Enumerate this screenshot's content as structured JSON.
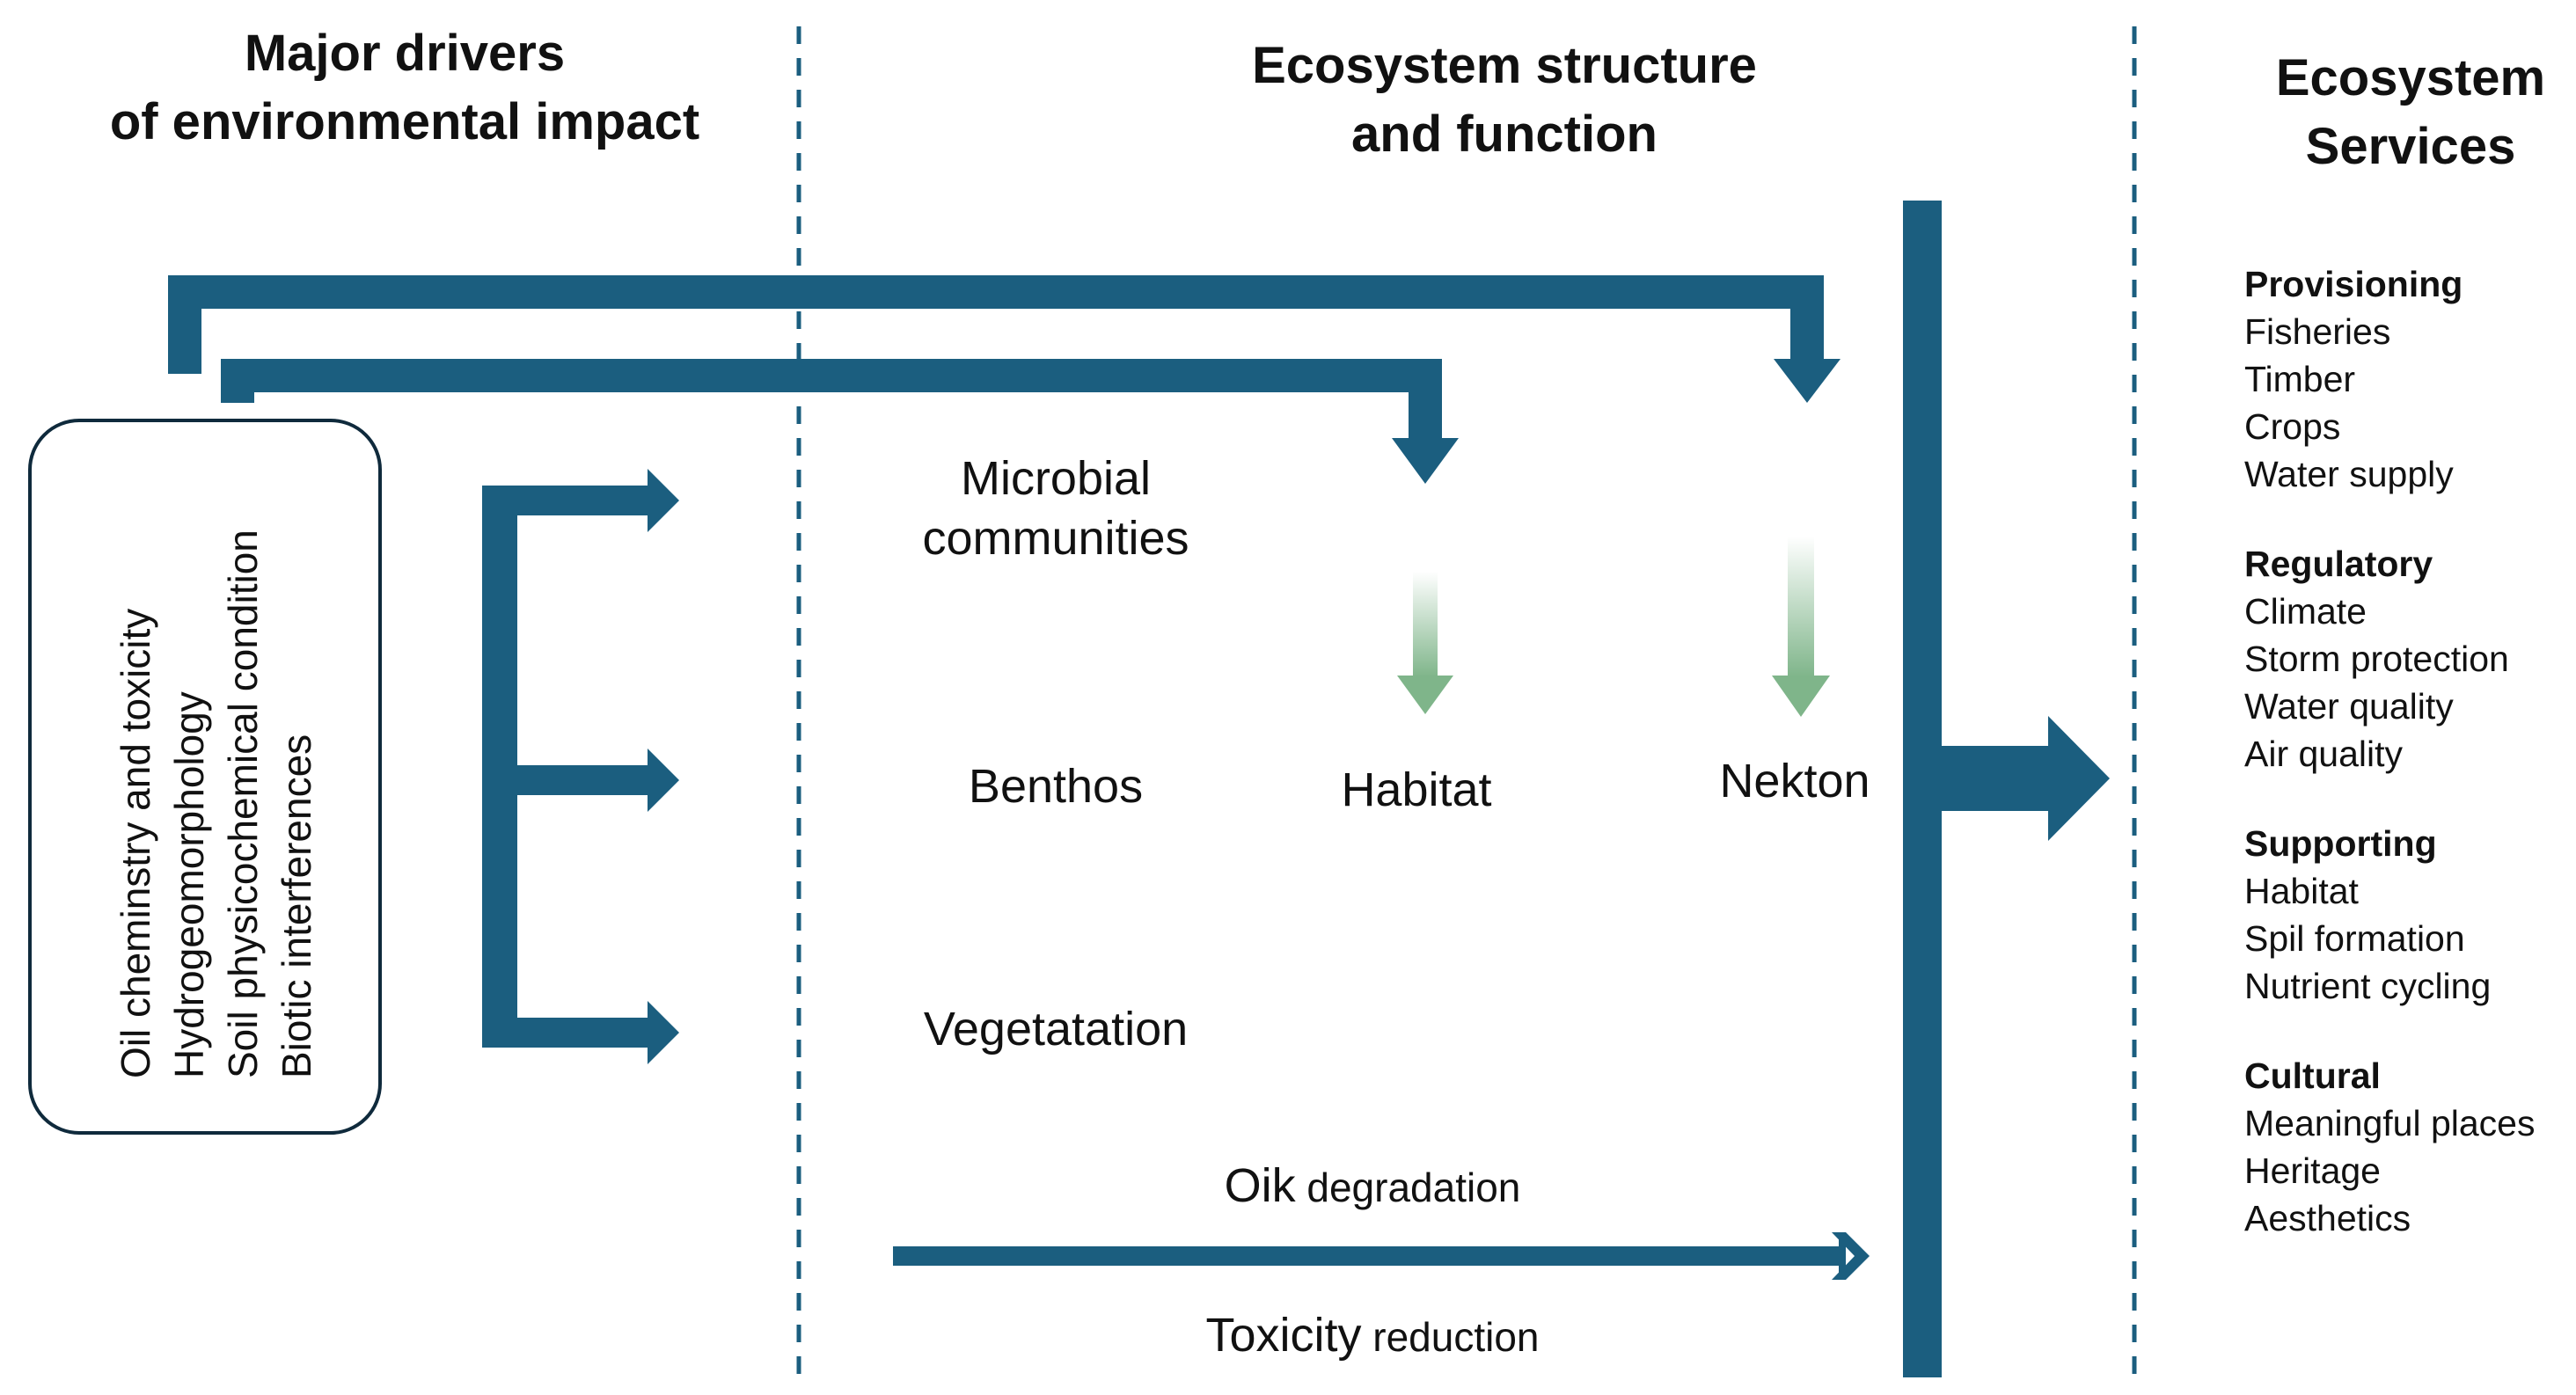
{
  "columns": {
    "drivers": {
      "line1": "Major drivers",
      "line2": "of environmental impact"
    },
    "structure": {
      "line1": "Ecosystem structure",
      "line2": "and function"
    },
    "services": {
      "line1": "Ecosystem",
      "line2": "Services"
    }
  },
  "drivers": [
    "Oil cheminstry and toxicity",
    "Hydrogeomorphology",
    "Soil physicochemical condition",
    "Biotic interferences"
  ],
  "nodes": {
    "microbial_line1": "Microbial",
    "microbial_line2": "communities",
    "benthos": "Benthos",
    "habitat": "Habitat",
    "nekton": "Nekton",
    "vegetation": "Vegetatation"
  },
  "processes": {
    "degradation_main": "Oik",
    "degradation_rest": " degradation",
    "toxicity_main": "Toxicity",
    "toxicity_rest": " reduction"
  },
  "services": [
    {
      "heading": "Provisioning",
      "items": [
        "Fisheries",
        "Timber",
        "Crops",
        "Water supply"
      ]
    },
    {
      "heading": "Regulatory",
      "items": [
        "Climate",
        "Storm protection",
        "Water quality",
        "Air quality"
      ]
    },
    {
      "heading": "Supporting",
      "items": [
        "Habitat",
        "Spil formation",
        "Nutrient cycling"
      ]
    },
    {
      "heading": "Cultural",
      "items": [
        "Meaningful places",
        "Heritage",
        "Aesthetics"
      ]
    }
  ],
  "colors": {
    "arrow": "#1b5e7f",
    "box_border": "#0f2a3c",
    "divider": "#1b5e7f",
    "fade_arrow": "#7fb58a"
  }
}
